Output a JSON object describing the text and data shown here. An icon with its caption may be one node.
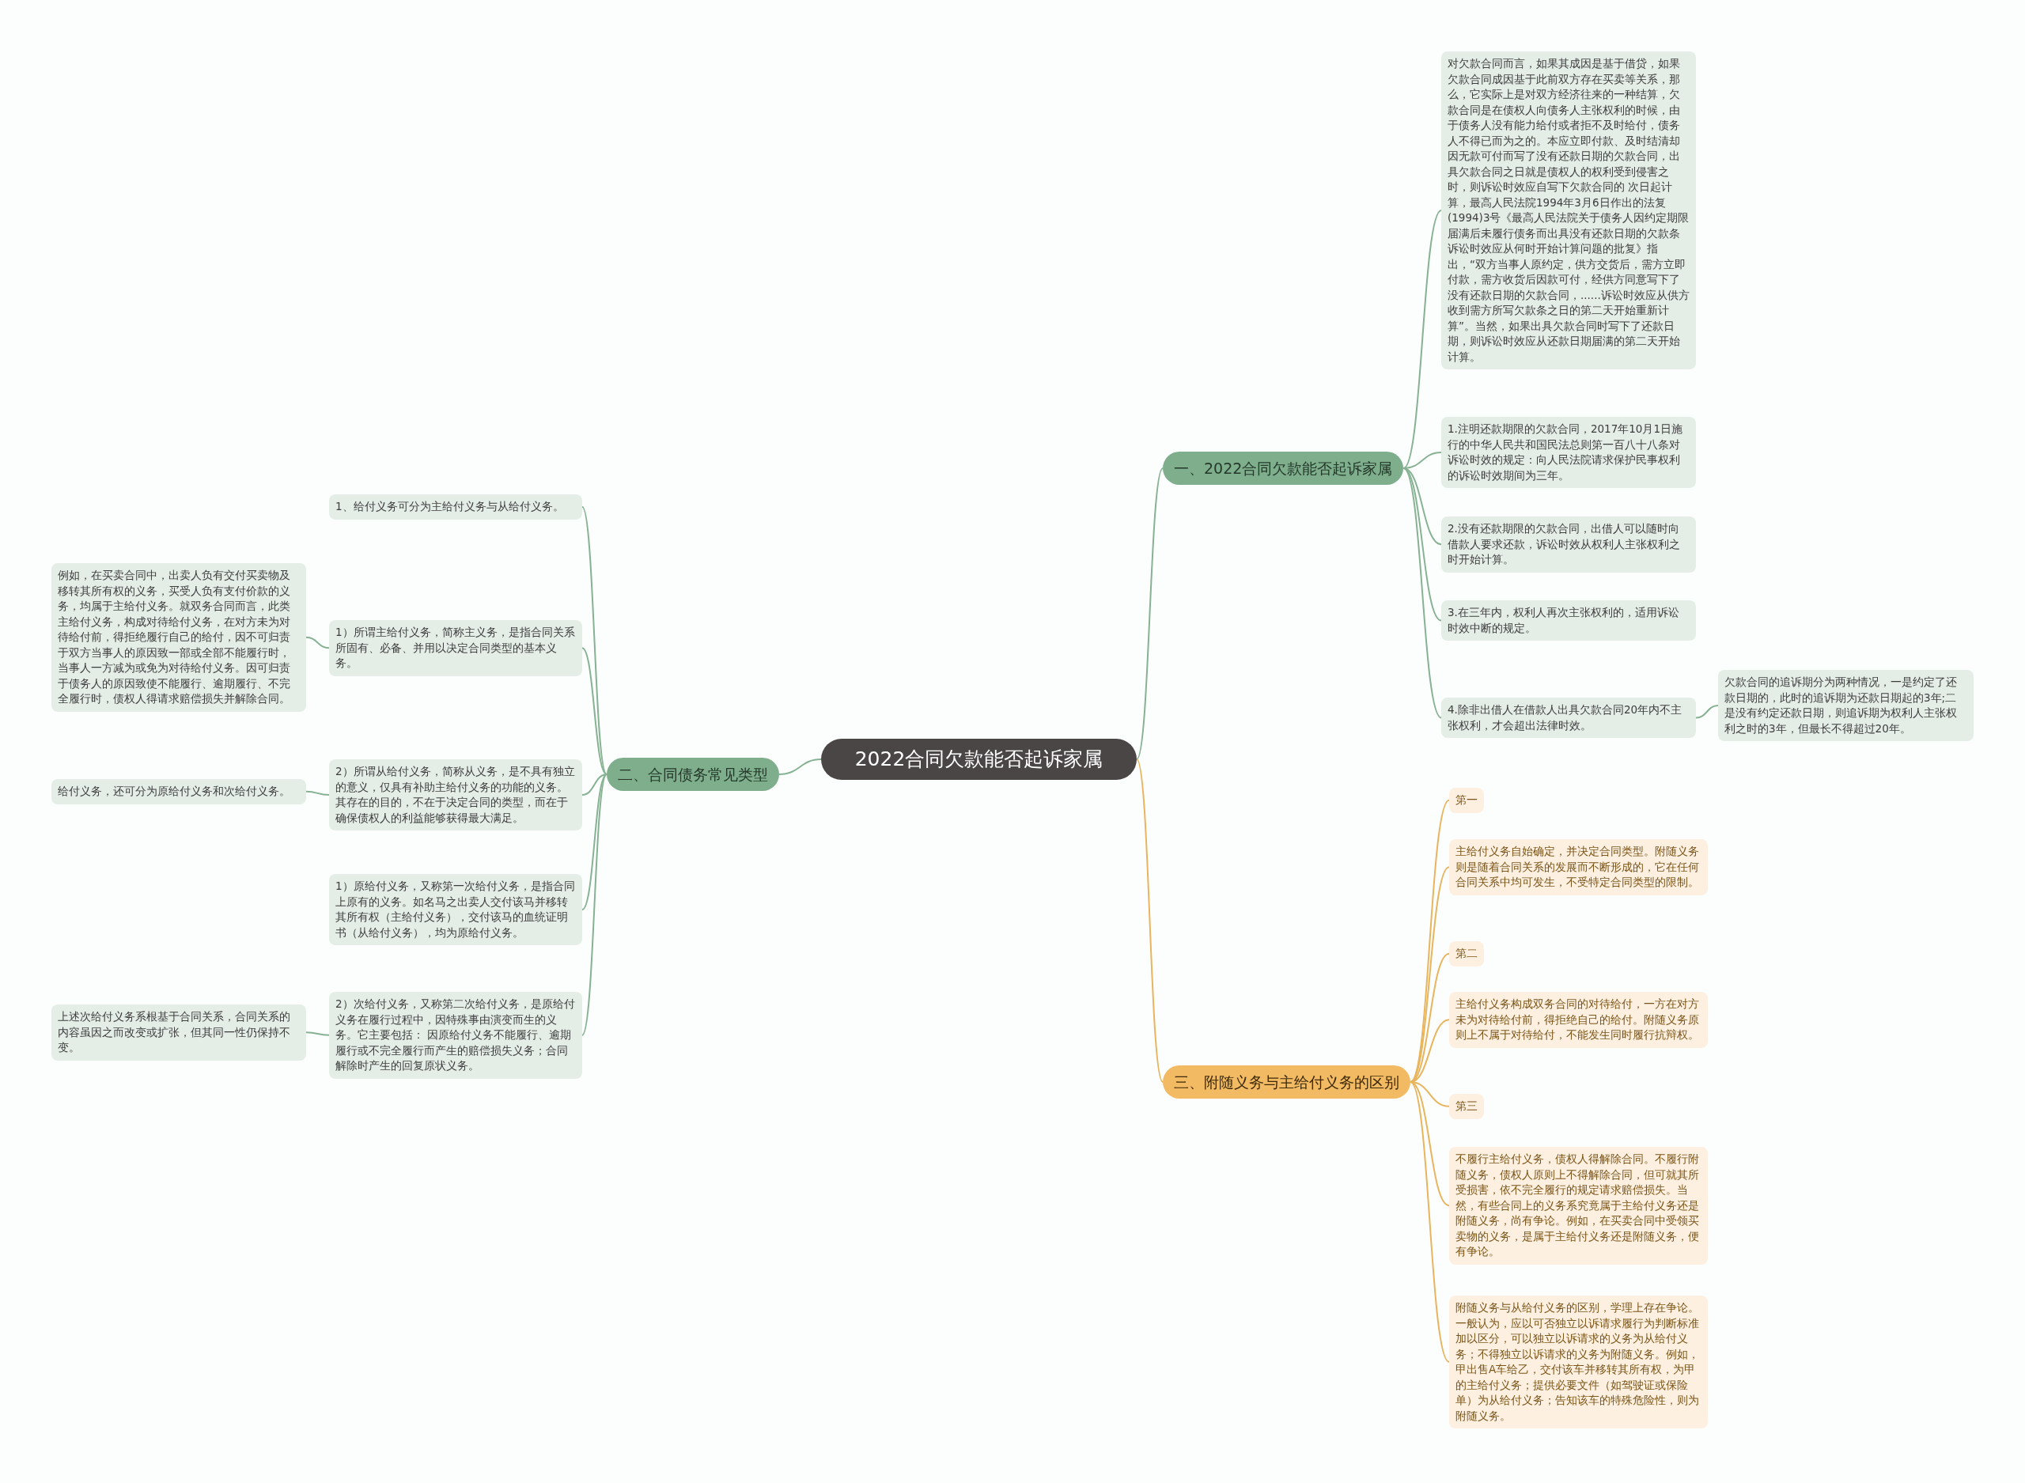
{
  "diagram": {
    "nodes": [
      {
        "text": [
          "2022合同欠款能否起诉家属"
        ]
      },
      {
        "text": [
          "一、2022合同欠款能否起诉家属"
        ]
      },
      {
        "text": [
          "对欠款合同而言，如果其成因是基于借贷，如果欠款合同成因基于此前双方存在买卖等关系，那么，它实际上是对双方经济往来的一种结算，欠款合同是在债权人向债务人主张权利的时候，由于债务人没有能力给付或者拒不及时给付，债务人不得已而为之的。本应立即付款、及时结清却因无款可付而写了没有还款日期的欠款合同，出具欠款合同之日就是债权人的权利受到侵害之时，则诉讼时效应自写下欠款合同的 次日起计算，最高人民法院1994年3月6日作出的法复(1994)3号《最高人民法院关于债务人因约定期限届满后未履行债务而出具没有还款日期的欠款条诉讼时效应从何时开始计算问题的批复》指出，“双方当事人原约定，供方交货后，需方立即付款，需方收货后因款可付，经供方同意写下了没有还款日期的欠款合同，......诉讼时效应从供方收到需方所写欠款条之日的第二天开始重新计算”。当然，如果出具欠款合同时写下了还款日期，则诉讼时效应从还款日期届满的第二天开始计算。"
        ]
      },
      {
        "text": [
          "1.注明还款期限的欠款合同，2017年10月1日施行的中华人民共和国民法总则第一百八十八条对诉讼时效的规定：向人民法院请求保护民事权利的诉讼时效期间为三年。"
        ]
      },
      {
        "text": [
          "2.没有还款期限的欠款合同，出借人可以随时向借款人要求还款，诉讼时效从权利人主张权利之时开始计算。"
        ]
      },
      {
        "text": [
          "3.在三年内，权利人再次主张权利的，适用诉讼时效中断的规定。"
        ]
      },
      {
        "text": [
          "4.除非出借人在借款人出具欠款合同20年内不主张权利，才会超出法律时效。"
        ]
      },
      {
        "text": [
          "欠款合同的追诉期分为两种情况，一是约定了还款日期的，此时的追诉期为还款日期起的3年;二是没有约定还款日期，则追诉期为权利人主张权利之时的3年，但最长不得超过20年。"
        ]
      },
      {
        "text": [
          "二、合同债务常见类型"
        ]
      },
      {
        "text": [
          "1、给付义务可分为主给付义务与从给付义务。"
        ]
      },
      {
        "text": [
          "1）所谓主给付义务，简称主义务，是指合同关系所固有、必备、并用以决定合同类型的基本义务。"
        ]
      },
      {
        "text": [
          "例如，在买卖合同中，出卖人负有交付买卖物及移转其所有权的义务，买受人负有支付价款的义务，均属于主给付义务。就双务合同而言，此类主给付义务，构成对待给付义务，在对方未为对待给付前，得拒绝履行自己的给付，因不可归责于双方当事人的原因致一部或全部不能履行时，当事人一方减为或免为对待给付义务。因可归责于债务人的原因致使不能履行、逾期履行、不完全履行时，债权人得请求赔偿损失并解除合同。"
        ]
      },
      {
        "text": [
          "2）所谓从给付义务，简称从义务，是不具有独立的意义，仅具有补助主给付义务的功能的义务。其存在的目的，不在于决定合同的类型，而在于确保债权人的利益能够获得最大满足。"
        ]
      },
      {
        "text": [
          "给付义务，还可分为原给付义务和次给付义务。"
        ]
      },
      {
        "text": [
          "1）原给付义务，又称第一次给付义务，是指合同上原有的义务。如名马之出卖人交付该马并移转其所有权（主给付义务），交付该马的血统证明书（从给付义务），均为原给付义务。"
        ]
      },
      {
        "text": [
          "2）次给付义务，又称第二次给付义务，是原给付义务在履行过程中，因特殊事由演变而生的义务。它主要包括： 因原给付义务不能履行、逾期履行或不完全履行而产生的赔偿损失义务；合同解除时产生的回复原状义务。"
        ]
      },
      {
        "text": [
          "上述次给付义务系根基于合同关系，合同关系的内容虽因之而改变或扩张，但其同一性仍保持不变。"
        ]
      },
      {
        "text": [
          "三、附随义务与主给付义务的区别"
        ]
      },
      {
        "text": [
          "第一"
        ]
      },
      {
        "text": [
          "主给付义务自始确定，并决定合同类型。附随义务则是随着合同关系的发展而不断形成的，它在任何合同关系中均可发生，不受特定合同类型的限制。"
        ]
      },
      {
        "text": [
          "第二"
        ]
      },
      {
        "text": [
          "主给付义务构成双务合同的对待给付，一方在对方未为对待给付前，得拒绝自己的给付。附随义务原则上不属于对待给付，不能发生同时履行抗辩权。"
        ]
      },
      {
        "text": [
          "第三"
        ]
      },
      {
        "text": [
          "不履行主给付义务，债权人得解除合同。不履行附随义务，债权人原则上不得解除合同，但可就其所受损害，依不完全履行的规定请求赔偿损失。当然，有些合同上的义务系究竟属于主给付义务还是附随义务，尚有争论。例如，在买卖合同中受领买卖物的义务，是属于主给付义务还是附随义务，便有争论。"
        ]
      },
      {
        "text": [
          "附随义务与从给付义务的区别，学理上存在争论。一般认为，应以可否独立以诉请求履行为判断标准加以区分，可以独立以诉请求的义务为从给付义务；不得独立以诉请求的义务为附随义务。例如，甲出售A车给乙，交付该车并移转其所有权，为甲的主给付义务；提供必要文件（如驾驶证或保险单）为从给付义务；告知该车的特殊危险性，则为附随义务。"
        ]
      }
    ],
    "edges": [
      {
        "from": 0,
        "to": 1,
        "arrow": "none"
      },
      {
        "from": 1,
        "to": 2,
        "arrow": "none"
      },
      {
        "from": 1,
        "to": 3,
        "arrow": "none"
      },
      {
        "from": 1,
        "to": 4,
        "arrow": "none"
      },
      {
        "from": 1,
        "to": 5,
        "arrow": "none"
      },
      {
        "from": 1,
        "to": 6,
        "arrow": "none"
      },
      {
        "from": 6,
        "to": 7,
        "arrow": "none"
      },
      {
        "from": 0,
        "to": 8,
        "arrow": "none"
      },
      {
        "from": 8,
        "to": 9,
        "arrow": "none"
      },
      {
        "from": 8,
        "to": 10,
        "arrow": "none"
      },
      {
        "from": 10,
        "to": 11,
        "arrow": "none"
      },
      {
        "from": 8,
        "to": 12,
        "arrow": "none"
      },
      {
        "from": 12,
        "to": 13,
        "arrow": "none"
      },
      {
        "from": 8,
        "to": 14,
        "arrow": "none"
      },
      {
        "from": 8,
        "to": 15,
        "arrow": "none"
      },
      {
        "from": 15,
        "to": 16,
        "arrow": "none"
      },
      {
        "from": 0,
        "to": 17,
        "arrow": "none",
        "color": "#e8b45c"
      },
      {
        "from": 17,
        "to": 18,
        "arrow": "none",
        "color": "#e8b45c"
      },
      {
        "from": 17,
        "to": 19,
        "arrow": "none",
        "color": "#e8b45c"
      },
      {
        "from": 17,
        "to": 20,
        "arrow": "none",
        "color": "#e8b45c"
      },
      {
        "from": 17,
        "to": 21,
        "arrow": "none",
        "color": "#e8b45c"
      },
      {
        "from": 17,
        "to": 22,
        "arrow": "none",
        "color": "#e8b45c"
      },
      {
        "from": 17,
        "to": 23,
        "arrow": "none",
        "color": "#e8b45c"
      },
      {
        "from": 17,
        "to": 24,
        "arrow": "none",
        "color": "#e8b45c"
      }
    ]
  }
}
